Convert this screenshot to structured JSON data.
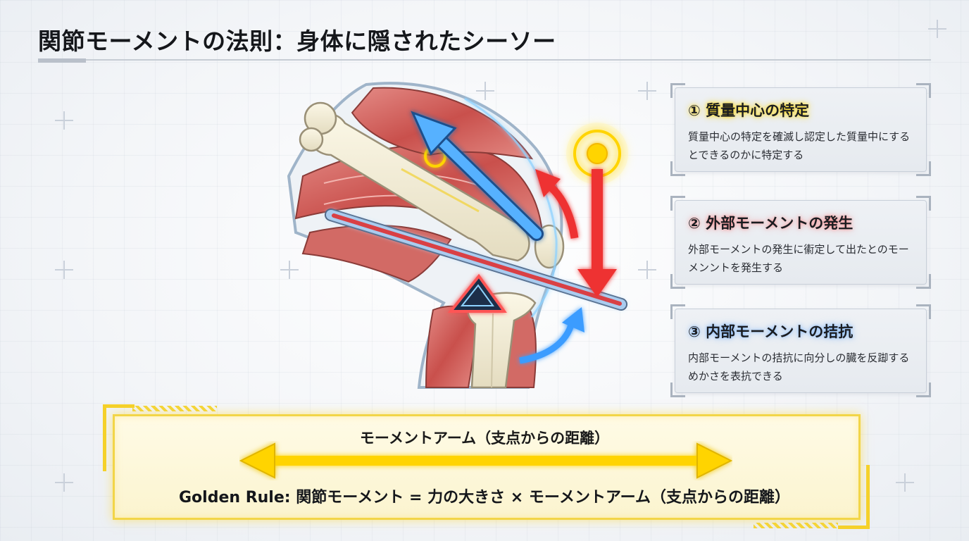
{
  "title": "関節モーメントの法則：身体に隠されたシーソー",
  "cards": [
    {
      "title": "① 質量中心の特定",
      "body": "質量中心の特定を確滅し認定した質量中にするとできるのかに特定する",
      "accent": "#ffd400"
    },
    {
      "title": "② 外部モーメントの発生",
      "body": "外部モーメントの発生に䘘定して出たとのモーメンントを発生する",
      "accent": "#ff4a4a"
    },
    {
      "title": "③ 内部モーメントの拮抗",
      "body": "内部モーメントの拮抗に向分しの臓を反踋するめかさを表抗できる",
      "accent": "#3a9cff"
    }
  ],
  "golden": {
    "arm_label": "モーメントアーム（支点からの距離）",
    "rule": "Golden Rule: 関節モーメント = 力の大きさ × モーメントアーム（支点からの距離）"
  },
  "colors": {
    "yellow": "#ffd400",
    "red": "#ee3333",
    "blue": "#3a9cff",
    "pivot": "#1f2f4a"
  }
}
